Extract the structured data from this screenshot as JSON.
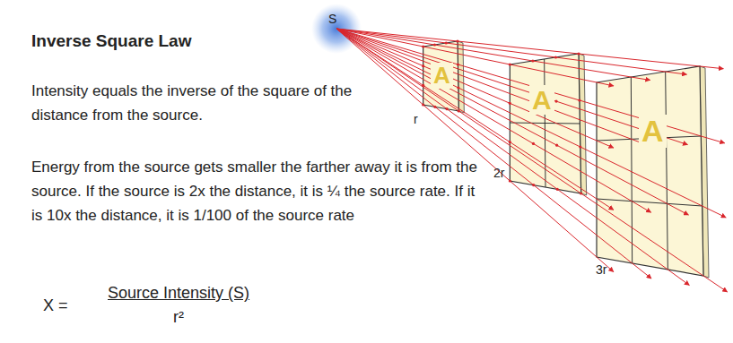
{
  "diagram": {
    "title": "Inverse Square Law",
    "labels": [
      "Intensity equals the inverse of the square of the distance from the source.",
      "Energy from the source gets smaller the farther away it is from the source. If the source is 2x the distance, it is ¼ the source rate. If it is 10x the distance, it is 1/100 of the source rate",
      "X =",
      "Source Intensity (S)",
      "r²",
      "S",
      "r",
      "2r",
      "3r",
      "A",
      "A",
      "A"
    ]
  }
}
